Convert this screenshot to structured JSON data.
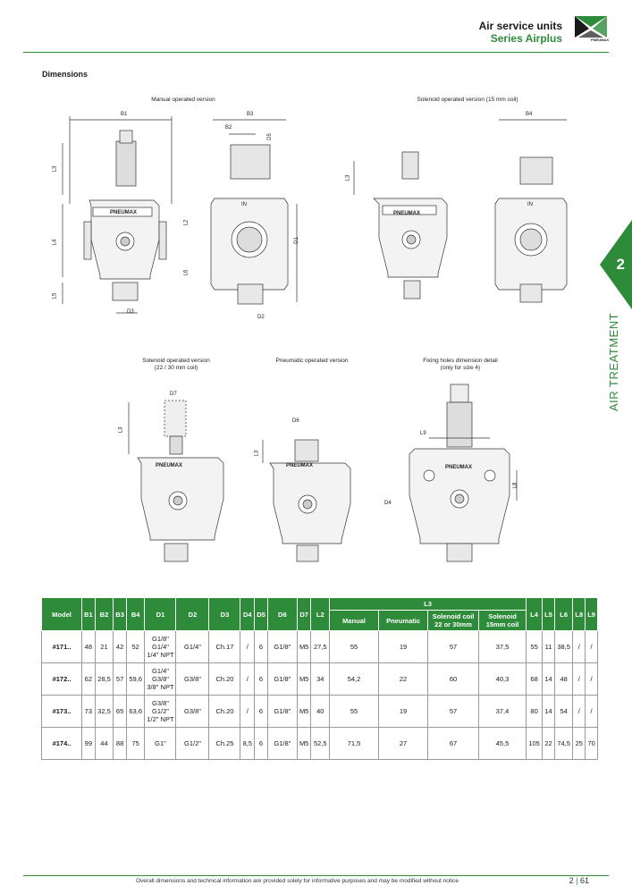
{
  "header": {
    "title": "Air service units",
    "subtitle": "Series Airplus",
    "logo_text": "PNEUMAX"
  },
  "section_title": "Dimensions",
  "side_tab": {
    "number": "2",
    "label": "AIR TREATMENT"
  },
  "captions": {
    "manual": "Manual operated version",
    "solenoid15": "Solenoid operated version (15 mm coil)",
    "solenoid2230_line1": "Solenoid operated version",
    "solenoid2230_line2": "(22 / 30 mm coil)",
    "pneumatic": "Pneumatic operated version",
    "fixing_line1": "Fixing holes dimension detail",
    "fixing_line2": "(only for size 4)"
  },
  "dim_labels": {
    "b1": "B1",
    "b3": "B3",
    "b2": "B2",
    "d5": "D5",
    "b4": "B4",
    "l3": "L3",
    "l4": "L4",
    "l5": "L5",
    "l2": "L2",
    "l6": "L6",
    "d1": "D1",
    "d2": "D2",
    "d3": "D3",
    "d6": "D6",
    "d7": "D7",
    "l9": "L9",
    "l8": "L8",
    "d4": "D4",
    "in": "IN",
    "brand": "PNEUMAX"
  },
  "table": {
    "group_header": "L3",
    "headers": [
      "Model",
      "B1",
      "B2",
      "B3",
      "B4",
      "D1",
      "D2",
      "D3",
      "D4",
      "D5",
      "D6",
      "D7",
      "L2"
    ],
    "l3_headers": [
      "Manual",
      "Pneumatic",
      "Solenoid coil 22 or 30mm",
      "Solenoid 15mm coil"
    ],
    "tail_headers": [
      "L4",
      "L5",
      "L6",
      "L8",
      "L9"
    ],
    "rows": [
      {
        "model": "#171..",
        "b1": "48",
        "b2": "21",
        "b3": "42",
        "b4": "52",
        "d1": "G1/8\" G1/4\" 1/4\" NPT",
        "d2": "G1/4\"",
        "d3": "Ch.17",
        "d4": "/",
        "d5": "6",
        "d6": "G1/8\"",
        "d7": "M5",
        "l2": "27,5",
        "manual": "55",
        "pneumatic": "19",
        "sol2230": "57",
        "sol15": "37,5",
        "l4": "55",
        "l5": "11",
        "l6": "38,5",
        "l8": "/",
        "l9": "/"
      },
      {
        "model": "#172..",
        "b1": "62",
        "b2": "28,5",
        "b3": "57",
        "b4": "59,6",
        "d1": "G1/4\" G3/8\" 3/8\" NPT",
        "d2": "G3/8\"",
        "d3": "Ch.20",
        "d4": "/",
        "d5": "6",
        "d6": "G1/8\"",
        "d7": "M5",
        "l2": "34",
        "manual": "54,2",
        "pneumatic": "22",
        "sol2230": "60",
        "sol15": "40,3",
        "l4": "68",
        "l5": "14",
        "l6": "48",
        "l8": "/",
        "l9": "/"
      },
      {
        "model": "#173..",
        "b1": "73",
        "b2": "32,5",
        "b3": "65",
        "b4": "63,6",
        "d1": "G3/8\" G1/2\" 1/2\" NPT",
        "d2": "G3/8\"",
        "d3": "Ch.20",
        "d4": "/",
        "d5": "6",
        "d6": "G1/8\"",
        "d7": "M5",
        "l2": "40",
        "manual": "55",
        "pneumatic": "19",
        "sol2230": "57",
        "sol15": "37,4",
        "l4": "80",
        "l5": "14",
        "l6": "54",
        "l8": "/",
        "l9": "/"
      },
      {
        "model": "#174..",
        "b1": "99",
        "b2": "44",
        "b3": "88",
        "b4": "75",
        "d1": "G1\"",
        "d2": "G1/2\"",
        "d3": "Ch.25",
        "d4": "8,5",
        "d5": "6",
        "d6": "G1/8\"",
        "d7": "M5",
        "l2": "52,5",
        "manual": "71,5",
        "pneumatic": "27",
        "sol2230": "67",
        "sol15": "45,5",
        "l4": "105",
        "l5": "22",
        "l6": "74,5",
        "l8": "25",
        "l9": "70"
      }
    ]
  },
  "footer": {
    "notice": "Overall dimensions and technical information are provided solely for informative purposes and may be modified without notice",
    "chapter": "2",
    "page": "61"
  },
  "colors": {
    "accent": "#2e8b3a"
  }
}
